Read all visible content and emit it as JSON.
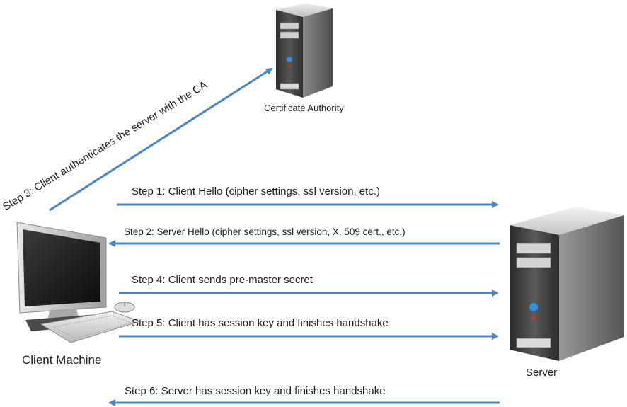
{
  "nodes": {
    "certificate_authority": "Certificate Authority",
    "client": "Client Machine",
    "server": "Server"
  },
  "steps": {
    "step1": "Step 1: Client Hello (cipher settings, ssl version, etc.)",
    "step2": "Step 2: Server Hello (cipher settings, ssl version, X. 509 cert.,  etc.)",
    "step3": "Step 3: Client authenticates the server with the CA",
    "step4": "Step 4: Client sends pre-master secret",
    "step5": "Step 5: Client has session key and finishes handshake",
    "step6": "Step 6: Server has session key and finishes handshake"
  },
  "colors": {
    "arrow": "#4a86c6",
    "server_body": "#6b6b6b",
    "server_front": "#3a3a3a",
    "led_blue": "#2f8fe0",
    "led_red": "#d8322a"
  },
  "icons": {
    "ca": "server-tower-icon",
    "server": "server-tower-icon",
    "client": "desktop-computer-icon"
  }
}
